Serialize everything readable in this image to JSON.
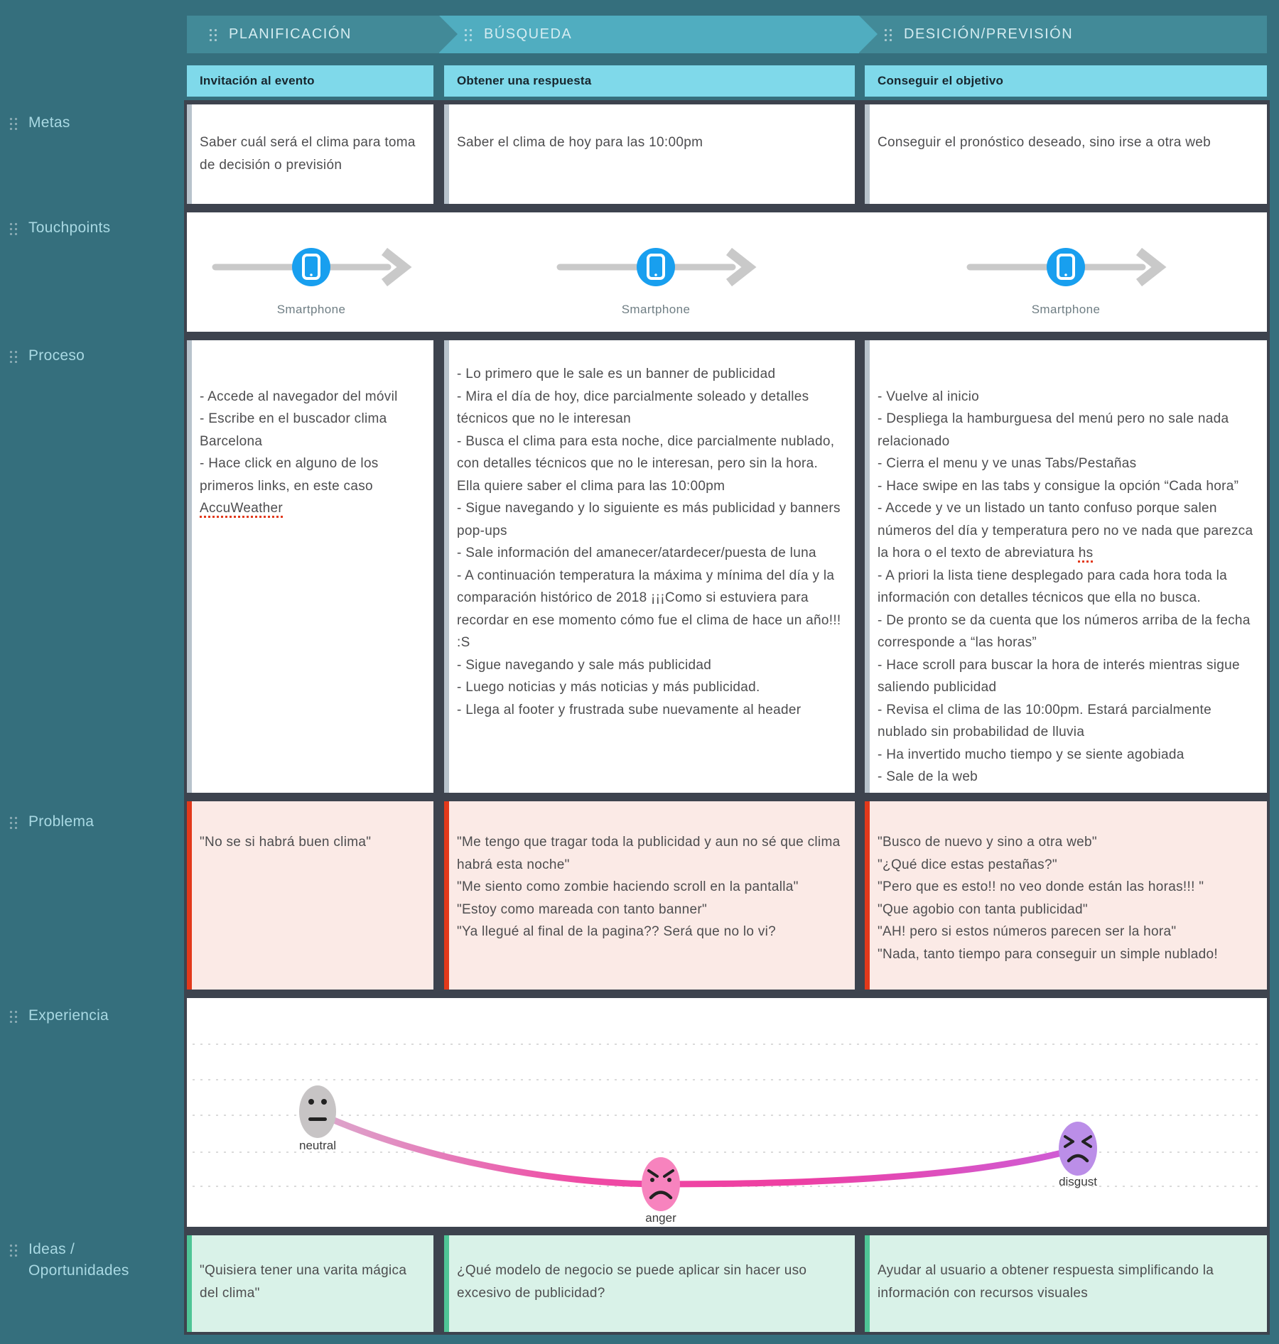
{
  "palette": {
    "background_teal": "#356F7D",
    "panel_slate": "#3D434E",
    "phase_dark_teal": "#428A98",
    "phase_light_teal": "#50ADC0",
    "subheader_cyan": "#7FD9EA",
    "card_strip_gray": "#B8C3CC",
    "problem_red": "#E2391B",
    "problem_card_bg": "#FBEAE6",
    "idea_green": "#4FC596",
    "idea_card_bg": "#D9F2E8",
    "touchpoint_blue": "#189FEF",
    "curve_pink": "#EE4DA5",
    "neutral_gray": "#C7C4C5",
    "anger_pink": "#F783BE",
    "disgust_purple": "#BB8EE8"
  },
  "phases": [
    {
      "label": "PLANIFICACIÓN",
      "subheader": "Invitación al evento"
    },
    {
      "label": "BÚSQUEDA",
      "subheader": "Obtener una respuesta"
    },
    {
      "label": "DESICIÓN/PREVISIÓN",
      "subheader": "Conseguir el objetivo"
    }
  ],
  "sidebar": {
    "rows": [
      {
        "label": "Metas"
      },
      {
        "label": "Touchpoints"
      },
      {
        "label": "Proceso"
      },
      {
        "label": "Problema"
      },
      {
        "label": "Experiencia"
      },
      {
        "label": "Ideas /",
        "label_line2": "Oportunidades"
      }
    ]
  },
  "metas": {
    "cards": [
      "Saber cuál será el clima para toma de decisión o previsión",
      "Saber el clima de hoy para las 10:00pm",
      "Conseguir el pronóstico deseado, sino irse a otra web"
    ]
  },
  "touchpoints": {
    "items": [
      {
        "label": "Smartphone"
      },
      {
        "label": "Smartphone"
      },
      {
        "label": "Smartphone"
      }
    ]
  },
  "proceso": {
    "cards": [
      {
        "bullets": [
          "- Accede al navegador del móvil",
          "- Escribe en el buscador clima Barcelona",
          "- Hace click en alguno de los primeros links, en este caso"
        ],
        "underlined_word": "AccuWeather"
      },
      {
        "bullets": [
          "- Lo primero que le sale es un banner de publicidad",
          "- Mira el día de hoy, dice parcialmente soleado y detalles técnicos que no le interesan",
          "- Busca el clima para esta noche, dice parcialmente nublado, con detalles técnicos que no le interesan, pero sin la hora. Ella quiere saber el clima para las 10:00pm",
          "- Sigue navegando y lo siguiente es más publicidad y banners pop-ups",
          "- Sale información del amanecer/atardecer/puesta de luna",
          "- A continuación temperatura la máxima y mínima del día y la comparación histórico de 2018 ¡¡¡Como si estuviera para recordar en ese momento cómo fue el clima de hace un año!!! :S",
          "- Sigue navegando y sale más publicidad",
          "- Luego noticias y más noticias y más publicidad.",
          "- Llega al footer y frustrada sube nuevamente al header"
        ]
      },
      {
        "bullets_before": [
          "- Vuelve al inicio",
          "- Despliega la hamburguesa del menú pero no sale nada relacionado",
          "- Cierra el menu y ve unas Tabs/Pestañas",
          "- Hace swipe en las tabs y consigue la opción “Cada hora”",
          "- Accede y ve un listado un tanto confuso porque salen números del día y temperatura pero no ve nada que parezca la hora o el texto de abreviatura "
        ],
        "underlined_word": "hs",
        "bullets_after": [
          "- A priori la lista tiene desplegado para cada hora toda la información con detalles técnicos que ella no busca.",
          "- De pronto se da cuenta que los números arriba de la fecha corresponde a “las horas”",
          "- Hace scroll para buscar la hora de interés mientras sigue saliendo publicidad",
          "- Revisa el clima de las 10:00pm. Estará parcialmente nublado sin probabilidad de lluvia",
          "- Ha invertido mucho tiempo y se siente agobiada",
          "- Sale de la web"
        ]
      }
    ]
  },
  "problema": {
    "cards": [
      {
        "quotes": [
          "\"No se si habrá buen clima\""
        ]
      },
      {
        "quotes": [
          "\"Me tengo que tragar toda la publicidad y aun no sé que clima habrá esta noche\"",
          "\"Me siento como zombie haciendo scroll en la pantalla\"",
          "\"Estoy como mareada con tanto banner\"",
          "\"Ya llegué al final de la pagina?? Será que no lo vi?"
        ]
      },
      {
        "quotes": [
          "\"Busco de nuevo y sino a otra web\"",
          "\"¿Qué dice estas pestañas?\"",
          "\"Pero que es esto!! no veo donde están las horas!!! \"",
          "\"Que agobio con tanta publicidad\"",
          "\"AH! pero si estos números parecen ser la hora\"",
          "\"Nada, tanto tiempo para conseguir un simple nublado!"
        ]
      }
    ]
  },
  "experiencia": {
    "points": [
      {
        "label": "neutral",
        "emotion": "neutral"
      },
      {
        "label": "anger",
        "emotion": "anger"
      },
      {
        "label": "disgust",
        "emotion": "disgust"
      }
    ]
  },
  "ideas": {
    "cards": [
      "\"Quisiera tener una varita mágica del clima\"",
      "¿Qué modelo de negocio se puede aplicar sin hacer uso excesivo de publicidad?",
      "Ayudar al usuario a obtener respuesta simplificando la información con recursos visuales"
    ]
  }
}
